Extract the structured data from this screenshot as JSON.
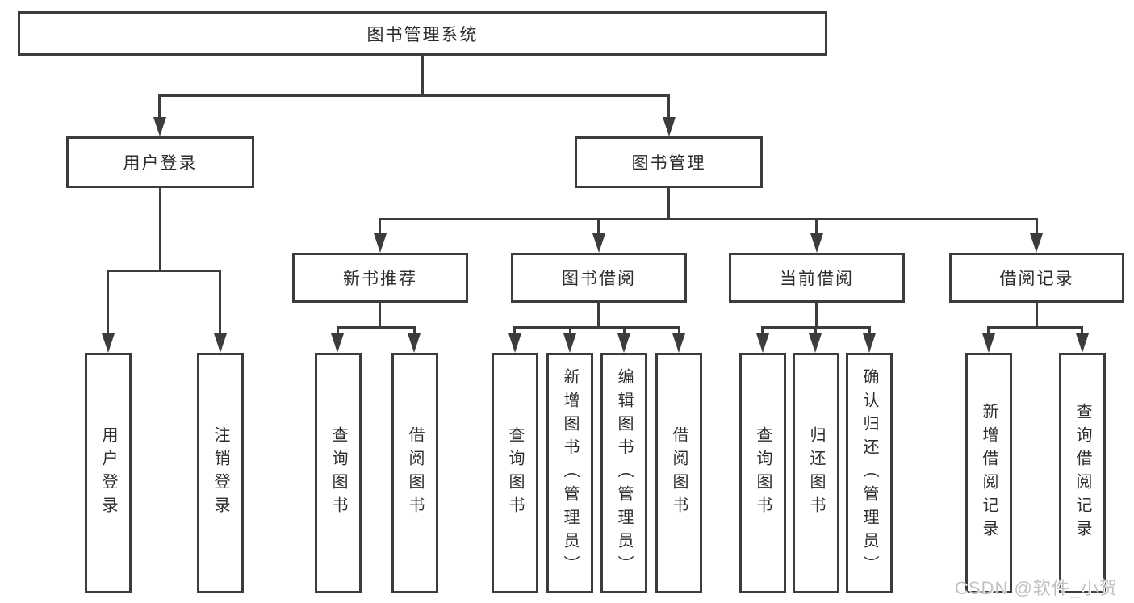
{
  "colors": {
    "line": "#3c3c3c",
    "text": "#2d2d2d",
    "background": "#ffffff",
    "watermark": "#c2c2c2"
  },
  "watermark": {
    "text": "CSDN @软件_小贺同学"
  },
  "tree": {
    "root": {
      "label": "图书管理系统"
    },
    "children": [
      {
        "label": "用户登录",
        "children": [
          {
            "label": "用户登录"
          },
          {
            "label": "注销登录"
          }
        ]
      },
      {
        "label": "图书管理",
        "children": [
          {
            "label": "新书推荐",
            "children": [
              {
                "label": "查询图书"
              },
              {
                "label": "借阅图书"
              }
            ]
          },
          {
            "label": "图书借阅",
            "children": [
              {
                "label": "查询图书"
              },
              {
                "label": "新增图书（管理员）"
              },
              {
                "label": "编辑图书（管理员）"
              },
              {
                "label": "借阅图书"
              }
            ]
          },
          {
            "label": "当前借阅",
            "children": [
              {
                "label": "查询图书"
              },
              {
                "label": "归还图书"
              },
              {
                "label": "确认归还（管理员）"
              }
            ]
          },
          {
            "label": "借阅记录",
            "children": [
              {
                "label": "新增借阅记录"
              },
              {
                "label": "查询借阅记录"
              }
            ]
          }
        ]
      }
    ]
  }
}
